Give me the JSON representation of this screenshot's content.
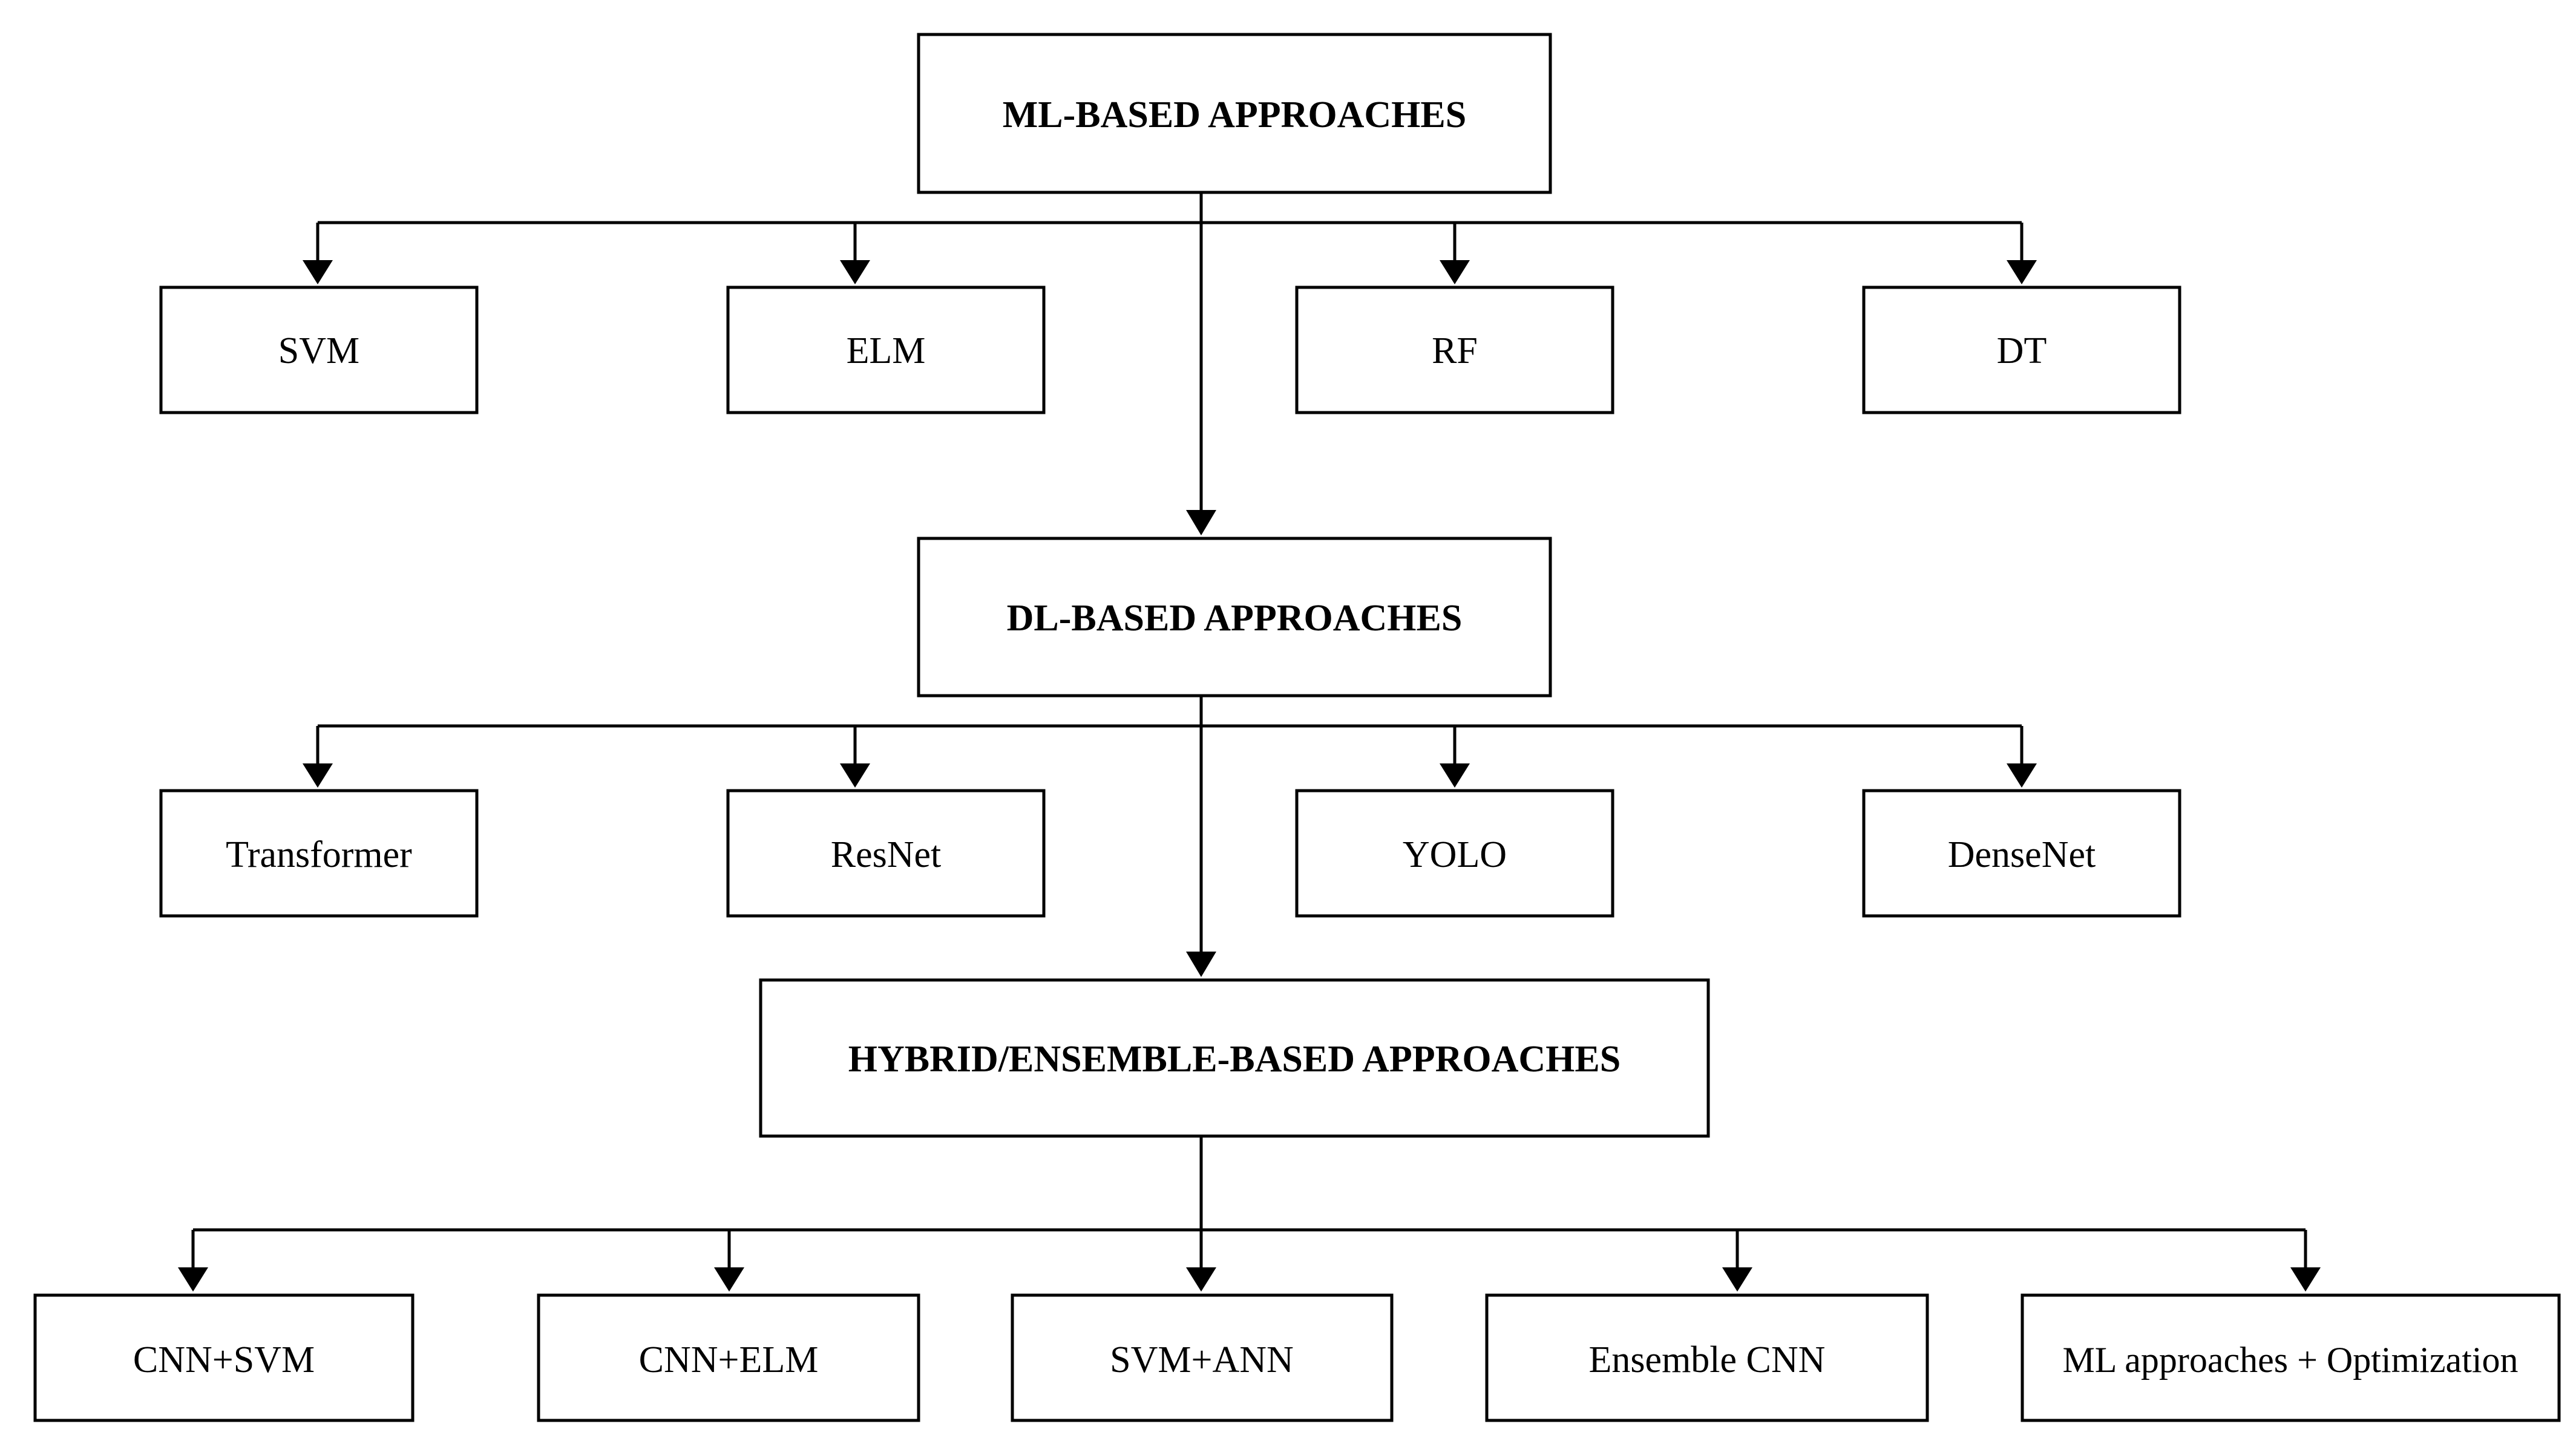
{
  "diagram": {
    "categories": {
      "ml": "ML-BASED APPROACHES",
      "dl": "DL-BASED APPROACHES",
      "hybrid": "HYBRID/ENSEMBLE-BASED APPROACHES"
    },
    "ml_methods": [
      "SVM",
      "ELM",
      "RF",
      "DT"
    ],
    "dl_methods": [
      "Transformer",
      "ResNet",
      "YOLO",
      "DenseNet"
    ],
    "hybrid_methods": [
      "CNN+SVM",
      "CNN+ELM",
      "SVM+ANN",
      "Ensemble CNN",
      "ML approaches + Optimization"
    ]
  }
}
